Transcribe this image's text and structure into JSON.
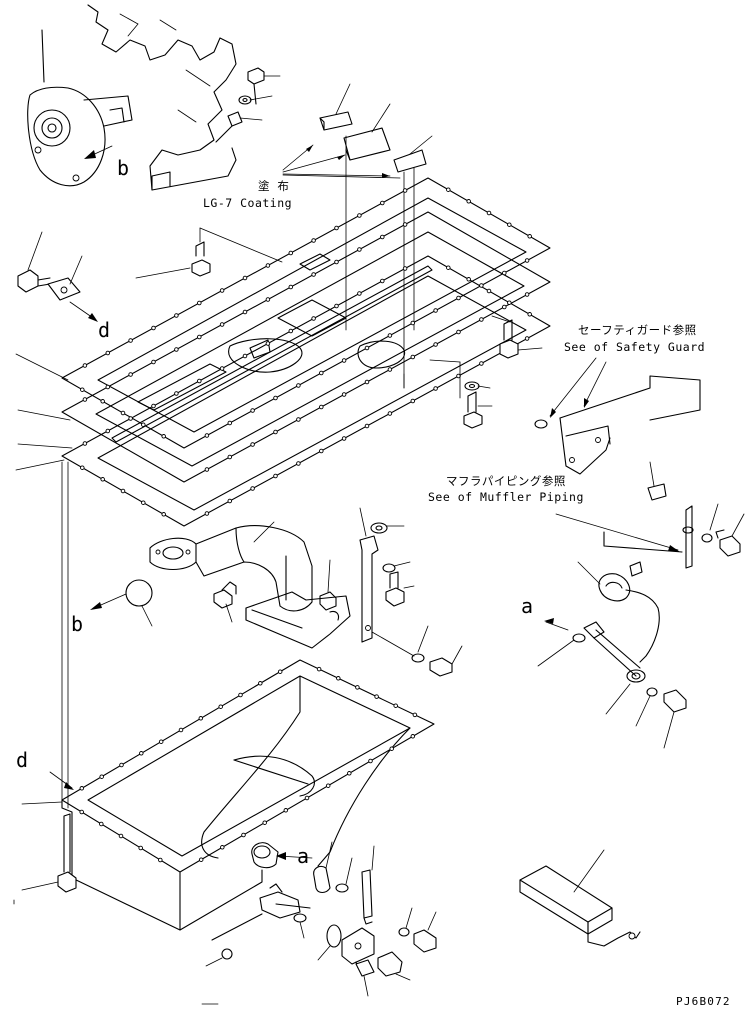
{
  "diagram": {
    "part_id": "PJ6B072",
    "coating": {
      "jp": "塗 布",
      "en": "LG-7 Coating"
    },
    "safety_guard_ref": {
      "jp": "セーフティガード参照",
      "en": "See of Safety Guard"
    },
    "muffler_ref": {
      "jp": "マフラパイピング参照",
      "en": "See of Muffler Piping"
    },
    "ref_labels": {
      "b_top": "b",
      "d_top": "d",
      "b_mid": "b",
      "a_right": "a",
      "d_left": "d",
      "a_bottom": "a"
    }
  }
}
